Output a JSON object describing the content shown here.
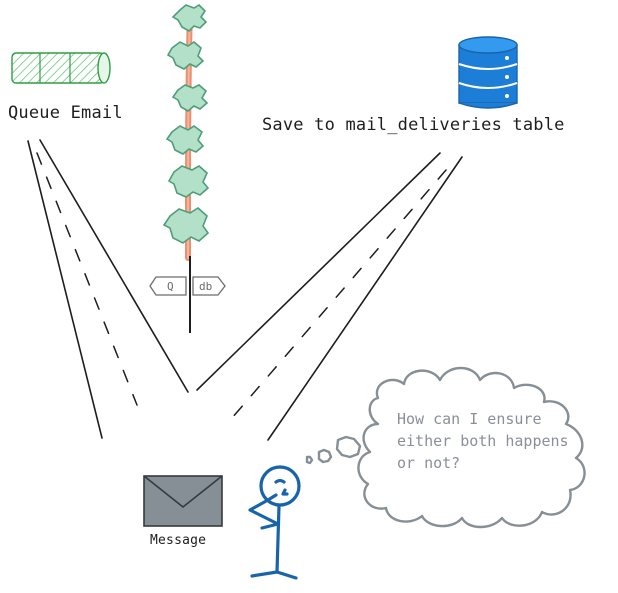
{
  "labels": {
    "queue_email": "Queue Email",
    "save_table": "Save to mail_deliveries table",
    "message": "Message"
  },
  "signpost": {
    "left_sign": "Q",
    "right_sign": "db"
  },
  "thought": {
    "lines": [
      "How can I ensure",
      "either both happens",
      "or not?"
    ]
  },
  "icons": {
    "queue": "queue-cylinder-icon",
    "database": "database-icon",
    "message": "envelope-icon",
    "person": "stick-figure-thinking-icon",
    "tree": "tree-icon",
    "signpost": "signpost-icon"
  },
  "colors": {
    "queue_green": "#2f9e44",
    "db_blue": "#1971c2",
    "tree_green": "#63b08e",
    "trunk_orange": "#e8906f",
    "envelope_gray": "#868e96",
    "person_blue": "#1864ab",
    "cloud_gray": "#868e96",
    "ink": "#1e1e1e"
  }
}
